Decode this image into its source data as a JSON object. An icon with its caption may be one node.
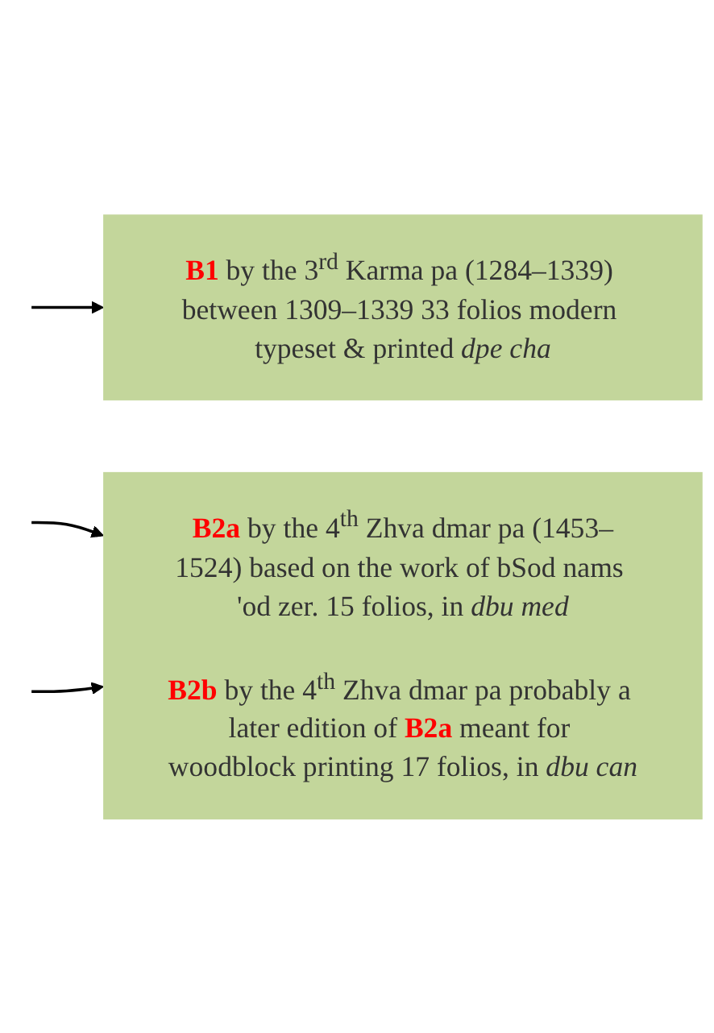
{
  "diagram": {
    "nodes": [
      {
        "text": [
          "**B1** by the 3$^{rd}$ Karma pa (1284–1339) between 1309–1339 33 folios modern typeset & printed *dpe cha*"
        ]
      },
      {
        "text": [
          "**B2a** by the 4$^{th}$ Zhva dmar pa (1453–1524) based on the work of bSod nams 'od zer. 15 folios, in *dbu med*",
          "**B2b** by the 4$^{th}$ Zhva dmar pa probably a later edition of **B2a** meant for woodblock printing 17 folios, in *dbu can*"
        ]
      }
    ],
    "edges": [
      {
        "from": null,
        "to": 0,
        "arrow": "to"
      },
      {
        "from": null,
        "to": 1,
        "arrow": "to"
      },
      {
        "from": null,
        "to": 1,
        "arrow": "to"
      }
    ]
  }
}
